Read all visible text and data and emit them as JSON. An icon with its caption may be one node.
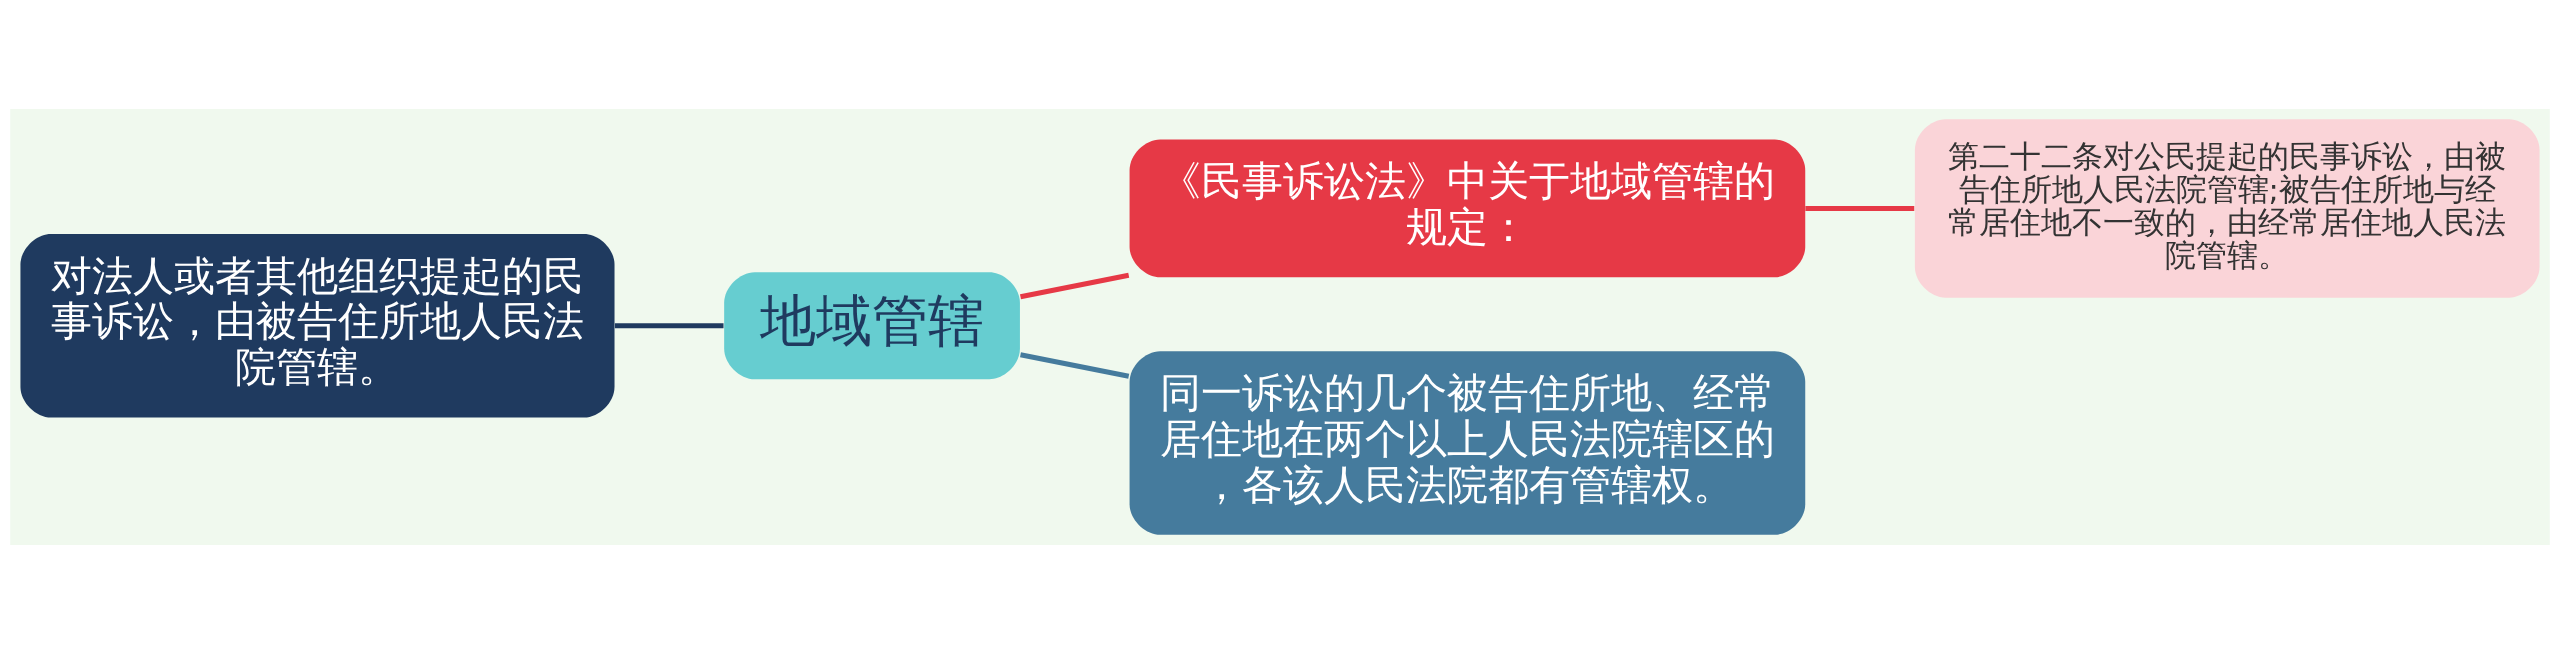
{
  "diagram": {
    "nodes": [
      {
        "text": [
          "对法人或者其他组织提起的民事诉讼，由被告住所地人民法院管辖。"
        ]
      },
      {
        "text": [
          "地域管辖"
        ]
      },
      {
        "text": [
          "《民事诉讼法》中关于地域管辖的规定："
        ]
      },
      {
        "text": [
          "同一诉讼的几个被告住所地、经常居住地在两个以上人民法院辖区的，各该人民法院都有管辖权。"
        ]
      },
      {
        "text": [
          "第二十二条对公民提起的民事诉讼，由被告住所地人民法院管辖;被告住所地与经常居住地不一致的，由经常居住地人民法院管辖。"
        ]
      }
    ],
    "edges": [
      {
        "from": 0,
        "to": 1,
        "arrow": "none",
        "color": "#1f3a5f"
      },
      {
        "from": 1,
        "to": 2,
        "arrow": "none",
        "color": "#e63946"
      },
      {
        "from": 1,
        "to": 3,
        "arrow": "none",
        "color": "#457b9d"
      },
      {
        "from": 2,
        "to": 4,
        "arrow": "none",
        "color": "#e63946"
      }
    ]
  }
}
